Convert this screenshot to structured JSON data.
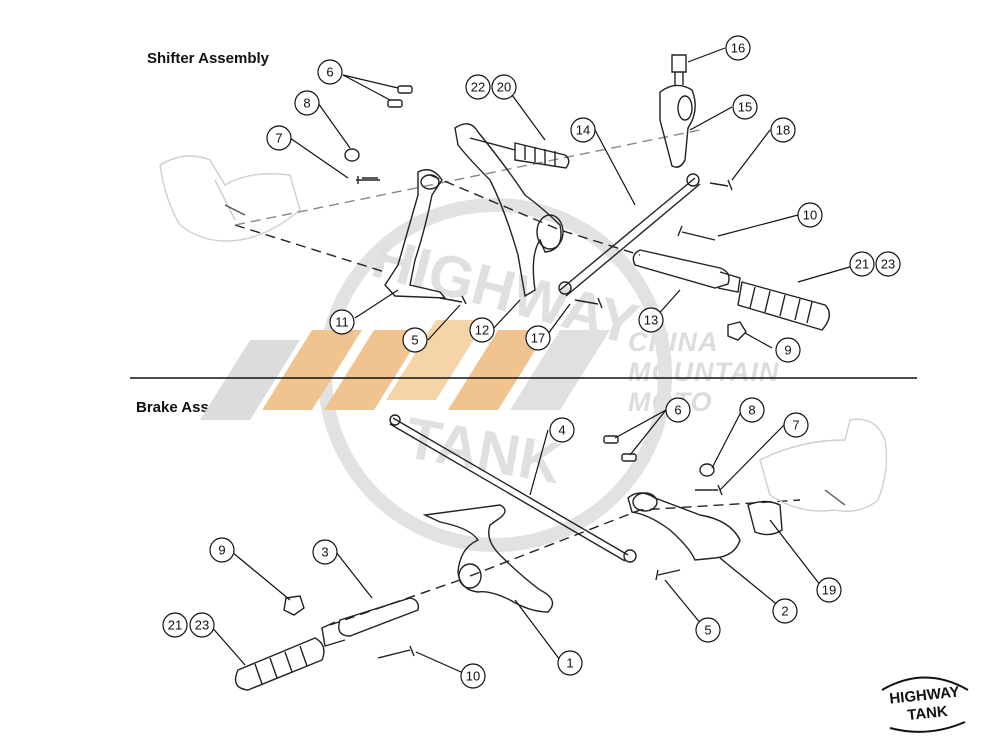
{
  "sections": {
    "shifter": {
      "title": "Shifter Assembly"
    },
    "brake": {
      "title": "Brake Assembly"
    }
  },
  "callouts": {
    "shifter": [
      "6",
      "8",
      "7",
      "22",
      "20",
      "16",
      "15",
      "14",
      "18",
      "10",
      "21",
      "23",
      "11",
      "5",
      "12",
      "17",
      "13",
      "9"
    ],
    "brake": [
      "4",
      "6",
      "8",
      "7",
      "9",
      "3",
      "21",
      "23",
      "10",
      "1",
      "5",
      "2",
      "19"
    ]
  },
  "watermark": {
    "highway": "HIGHWAY",
    "tank": "TANK",
    "china": "CHINA",
    "mountain": "MOUNTAIN",
    "moto": "MOTO"
  },
  "logo": {
    "line1": "HIGHWAY",
    "line2": "TANK"
  },
  "colors": {
    "line": "#111111",
    "ring": "#222222",
    "watermark": "#d9d9d9",
    "watermark_accent": "#f0b060"
  }
}
